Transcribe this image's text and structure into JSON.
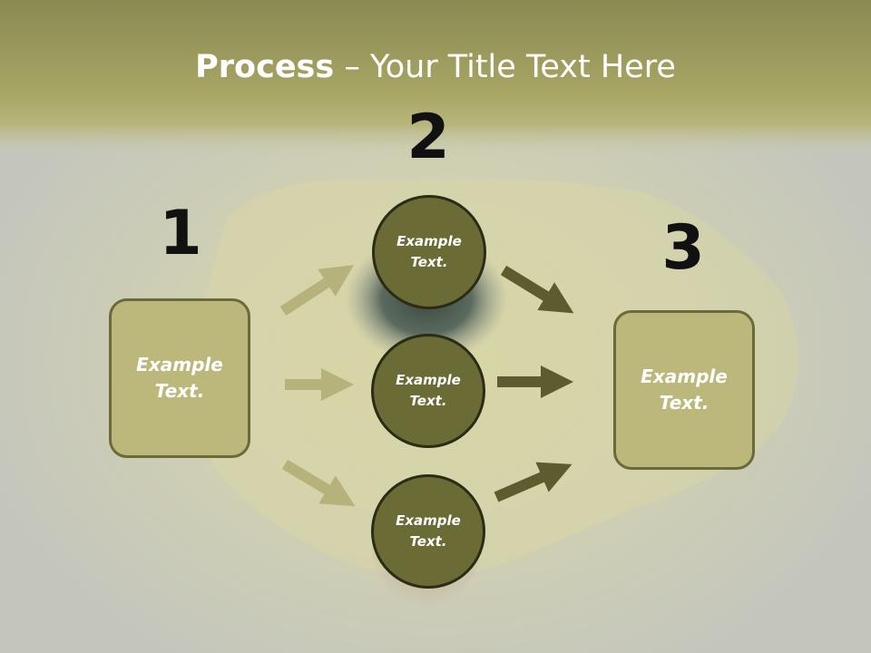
{
  "slide": {
    "title_bold": "Process",
    "title_rest": " – Your Title Text Here",
    "colors": {
      "header_band": "#a9a764",
      "box_fill": "#bcb87c",
      "circle_fill": "#6b6b35",
      "arrow_light": "#b5b27c",
      "arrow_dark": "#5c5c2e"
    }
  },
  "steps": [
    {
      "number": "1",
      "text": "Example\nText."
    },
    {
      "number": "2",
      "items": [
        {
          "text": "Example\nText."
        },
        {
          "text": "Example\nText."
        },
        {
          "text": "Example\nText."
        }
      ]
    },
    {
      "number": "3",
      "text": "Example\nText."
    }
  ]
}
